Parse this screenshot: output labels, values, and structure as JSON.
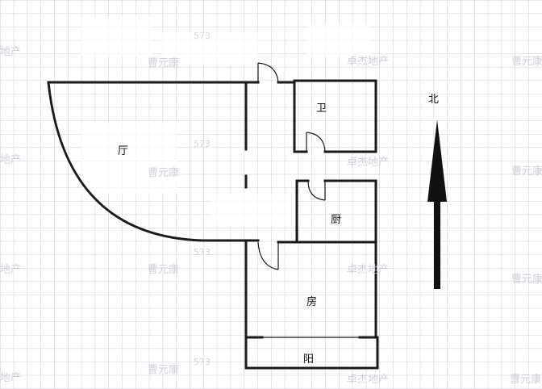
{
  "rooms": {
    "living": "厅",
    "bathroom": "卫",
    "kitchen": "厨",
    "bedroom": "房",
    "balcony": "阳"
  },
  "compass": {
    "north": "北"
  },
  "watermarks": {
    "agency_a": "曹元康",
    "agency_b": "卓杰地产",
    "agency_c": "地产",
    "code": "573"
  },
  "colors": {
    "grid": "#c9c9d2",
    "wall": "#1a1a1a",
    "watermark": "#c8c8d4"
  }
}
